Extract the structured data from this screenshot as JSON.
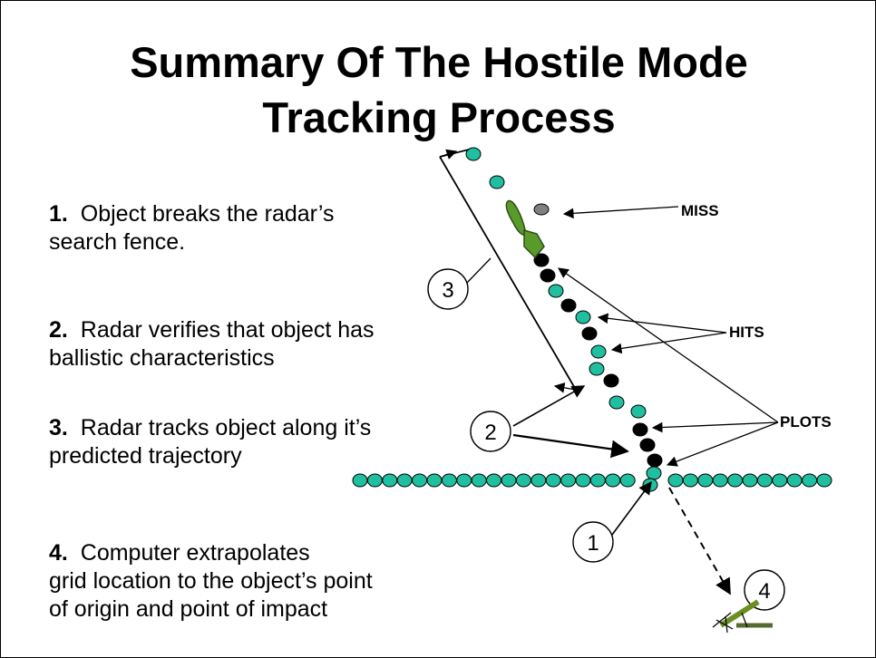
{
  "title": {
    "line1": "Summary Of The Hostile Mode",
    "line2": "Tracking Process"
  },
  "steps": [
    {
      "number": "1.",
      "text": "Object breaks the radar’s search fence."
    },
    {
      "number": "2.",
      "text": "Radar verifies that object has ballistic characteristics"
    },
    {
      "number": "3.",
      "text": "Radar tracks object along it’s predicted trajectory"
    },
    {
      "number": "4.",
      "text": "Computer extrapolates grid location to the object’s point of origin and point of impact"
    }
  ],
  "labels": {
    "miss": "MISS",
    "hits": "HITS",
    "plots": "PLOTS"
  },
  "callouts": [
    "1",
    "2",
    "3",
    "4"
  ],
  "colors": {
    "hit_dot": "#1fbfa0",
    "plot_dot": "#000000",
    "miss_dot": "#808080",
    "projectile": "#5a9a2a",
    "weapon": "#6b8e23"
  },
  "icons": [
    "projectile-icon",
    "mortar-weapon-icon"
  ]
}
